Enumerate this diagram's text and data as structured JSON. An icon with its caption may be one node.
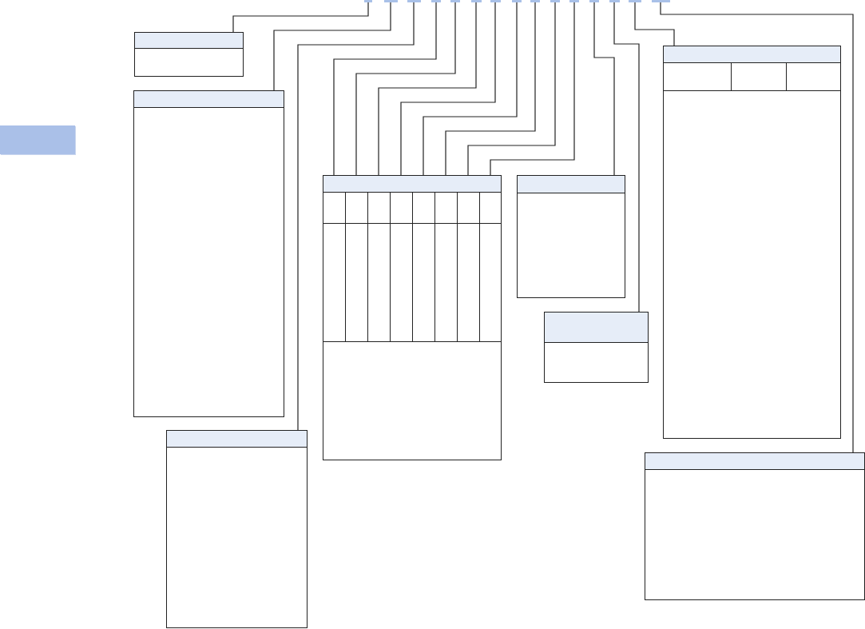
{
  "diagram": {
    "nodes": [
      {
        "text": [],
        "shape": "bar"
      },
      {
        "text": [],
        "shape": "bar"
      },
      {
        "text": [],
        "shape": "bar"
      },
      {
        "text": [],
        "shape": "bar"
      },
      {
        "text": [],
        "shape": "bar"
      },
      {
        "text": [],
        "shape": "bar"
      },
      {
        "text": [],
        "shape": "bar"
      },
      {
        "text": [],
        "shape": "bar"
      },
      {
        "text": [],
        "shape": "bar"
      },
      {
        "text": [],
        "shape": "bar"
      },
      {
        "text": [],
        "shape": "bar"
      },
      {
        "text": [],
        "shape": "bar"
      },
      {
        "text": [],
        "shape": "bar"
      },
      {
        "text": [],
        "shape": "bar"
      },
      {
        "text": [],
        "shape": "bar"
      },
      {
        "text": [],
        "shape": "box"
      },
      {
        "text": [],
        "shape": "box"
      },
      {
        "text": [],
        "shape": "box"
      },
      {
        "text": [],
        "shape": "box"
      },
      {
        "text": [],
        "shape": "box"
      },
      {
        "text": [],
        "shape": "box"
      },
      {
        "text": [],
        "shape": "box"
      },
      {
        "text": [],
        "shape": "box"
      },
      {
        "text": [],
        "shape": "box"
      }
    ],
    "edges": [
      {
        "from": 0,
        "to": 16,
        "arrow": "none"
      },
      {
        "from": 1,
        "to": 17,
        "arrow": "none"
      },
      {
        "from": 2,
        "to": 18,
        "arrow": "none"
      },
      {
        "from": 3,
        "to": 19,
        "arrow": "none"
      },
      {
        "from": 4,
        "to": 19,
        "arrow": "none"
      },
      {
        "from": 5,
        "to": 19,
        "arrow": "none"
      },
      {
        "from": 6,
        "to": 19,
        "arrow": "none"
      },
      {
        "from": 7,
        "to": 19,
        "arrow": "none"
      },
      {
        "from": 8,
        "to": 19,
        "arrow": "none"
      },
      {
        "from": 9,
        "to": 19,
        "arrow": "none"
      },
      {
        "from": 10,
        "to": 19,
        "arrow": "none"
      },
      {
        "from": 11,
        "to": 20,
        "arrow": "none"
      },
      {
        "from": 12,
        "to": 21,
        "arrow": "none"
      },
      {
        "from": 13,
        "to": 22,
        "arrow": "none"
      },
      {
        "from": 14,
        "to": 23,
        "arrow": "none"
      }
    ]
  }
}
